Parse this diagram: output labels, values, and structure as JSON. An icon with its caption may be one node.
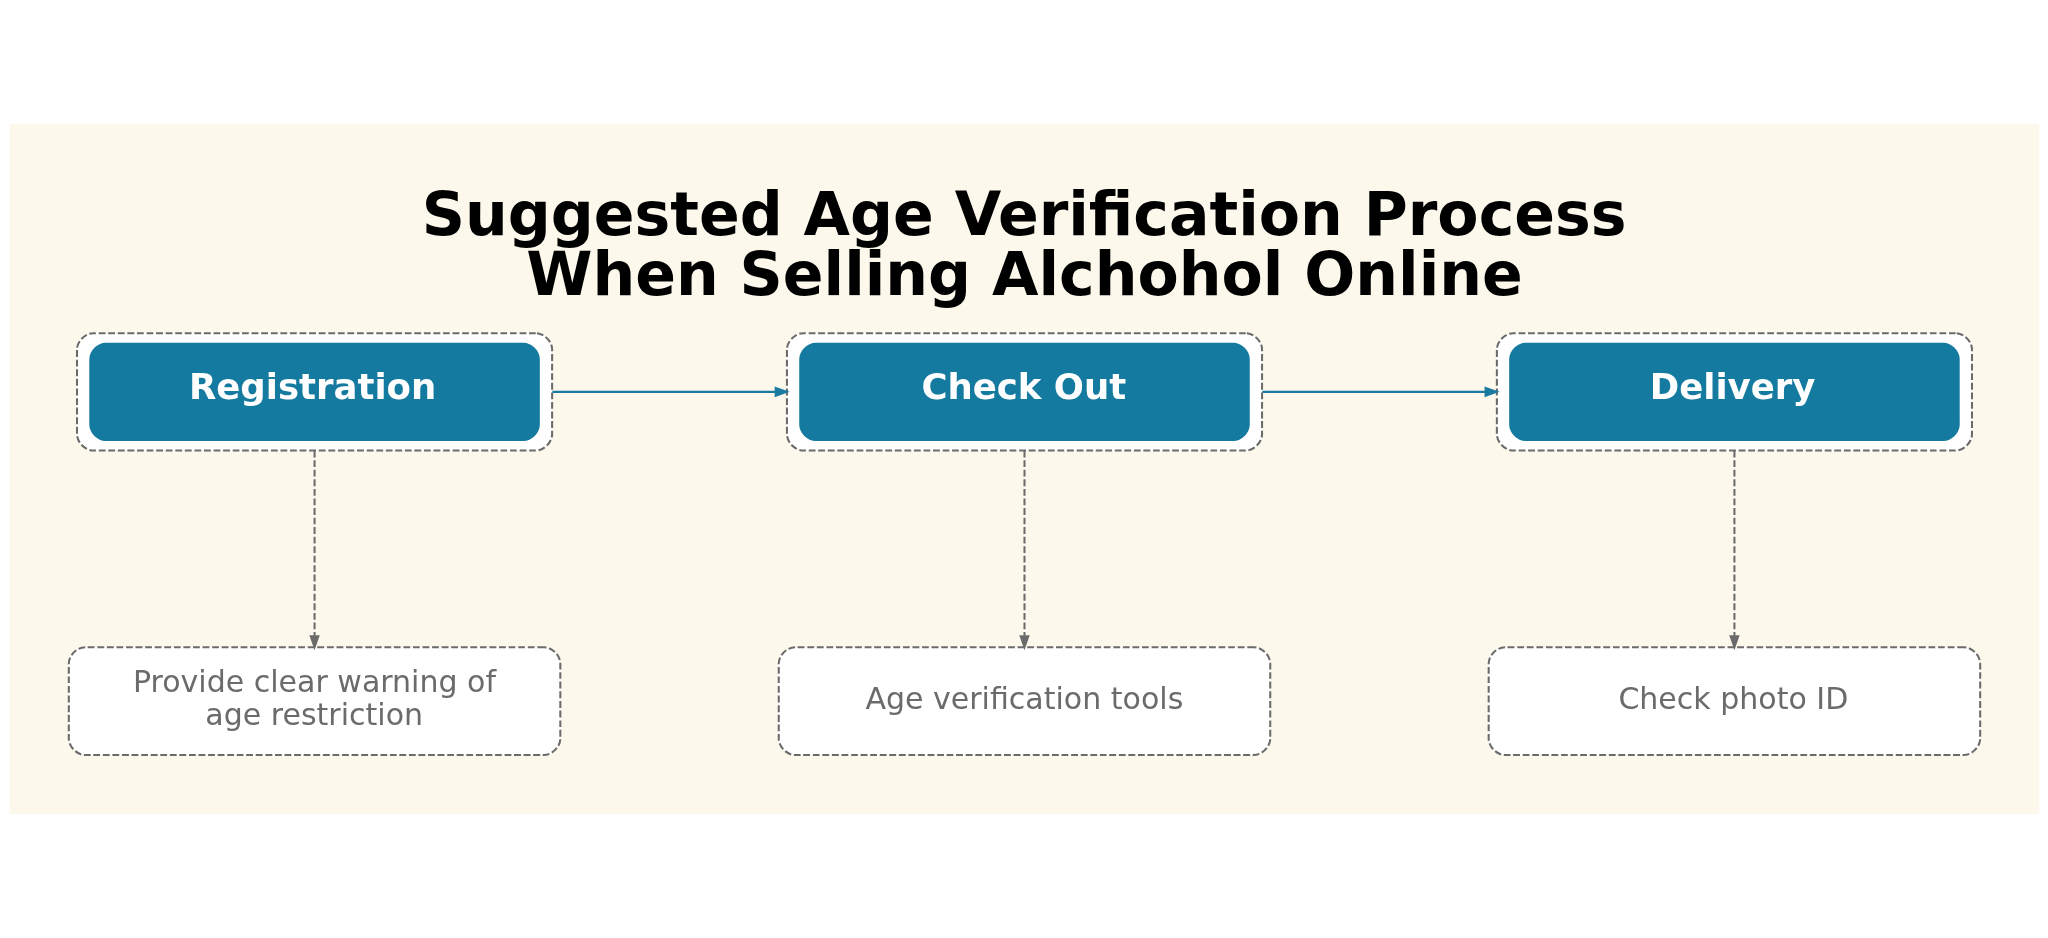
{
  "diagram": {
    "title": "Suggested Age Verification Process When Selling Alchohol Online",
    "nodes": [
      {
        "text": [
          "Registration"
        ]
      },
      {
        "text": [
          "Check Out"
        ]
      },
      {
        "text": [
          "Delivery"
        ]
      },
      {
        "text": [
          "Provide clear warning of age restriction"
        ]
      },
      {
        "text": [
          "Age verification tools"
        ]
      },
      {
        "text": [
          "Check photo ID"
        ]
      }
    ],
    "edges": [
      {
        "from": 0,
        "to": 1,
        "arrow": "to",
        "color": "#1a7aa0"
      },
      {
        "from": 1,
        "to": 2,
        "arrow": "to",
        "color": "#1a7aa0"
      },
      {
        "from": 0,
        "to": 3,
        "arrow": "to",
        "style": "dashed"
      },
      {
        "from": 1,
        "to": 4,
        "arrow": "to",
        "style": "dashed"
      },
      {
        "from": 2,
        "to": 5,
        "arrow": "to",
        "style": "dashed"
      }
    ]
  }
}
